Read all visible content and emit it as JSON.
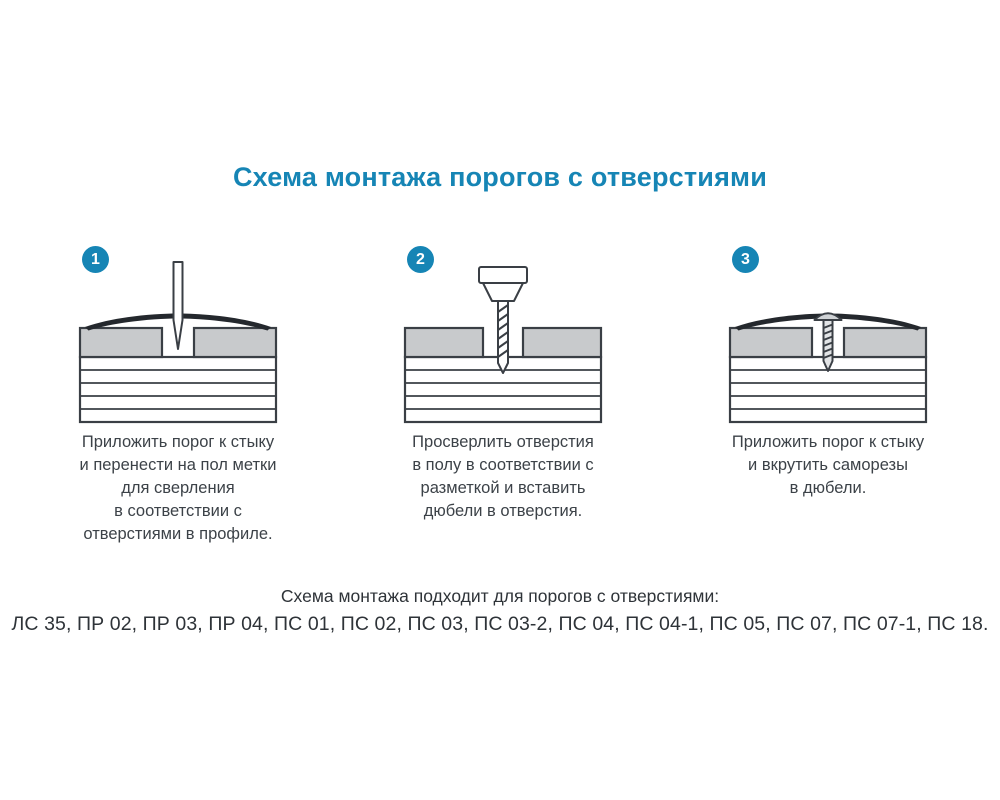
{
  "page": {
    "title": "Схема монтажа порогов с отверстиями"
  },
  "colors": {
    "accent": "#1685b5",
    "text": "#3c4248",
    "threshold_fill": "#24282d",
    "floor_block_gray": "#c8cacc"
  },
  "steps": [
    {
      "number": "1",
      "caption": "Приложить порог к стыку\nи перенести на пол метки\nдля сверления\nв соответствии с\nотверстиями в профиле."
    },
    {
      "number": "2",
      "caption": "Просверлить отверстия\nв полу в соответствии с\nразметкой и вставить\nдюбели в отверстия."
    },
    {
      "number": "3",
      "caption": "Приложить порог к стыку\nи вкрутить саморезы\nв дюбели."
    }
  ],
  "footer": {
    "note": "Схема монтажа подходит для порогов с отверстиями:",
    "models": "ЛС 35, ПР 02, ПР 03, ПР 04, ПС 01, ПС 02, ПС 03, ПС 03-2, ПС 04, ПС 04-1, ПС 05, ПС 07, ПС 07-1, ПС 18."
  }
}
